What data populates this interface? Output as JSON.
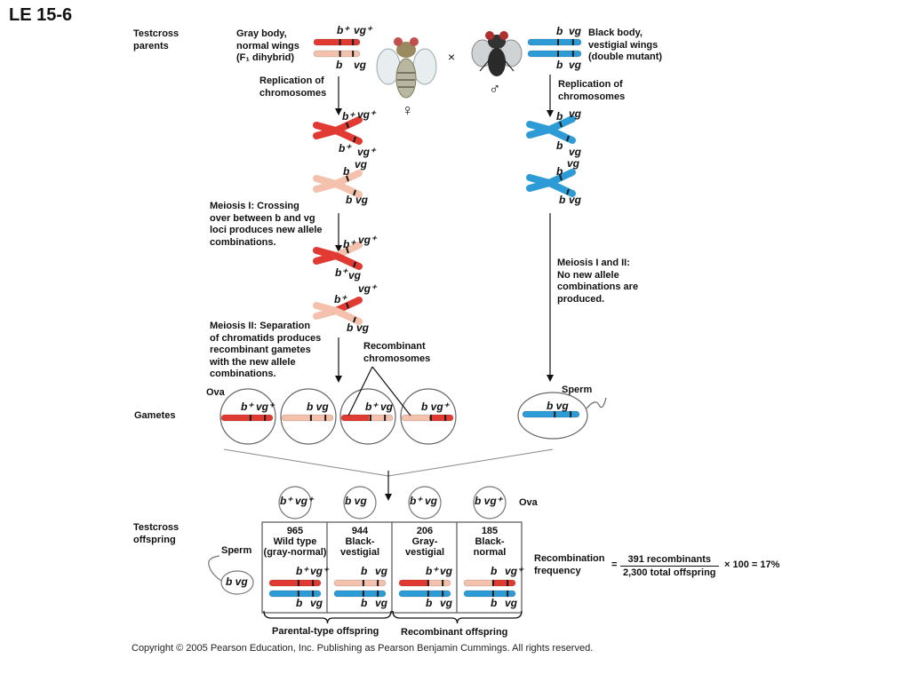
{
  "figure_label": "LE 15-6",
  "parents": {
    "label": "Testcross parents",
    "female": {
      "desc": [
        "Gray body,",
        "normal wings",
        "(F₁ dihybrid)"
      ],
      "top": {
        "b": "b⁺",
        "vg": "vg⁺"
      },
      "bottom": {
        "b": "b",
        "vg": "vg"
      },
      "symbol": "♀"
    },
    "cross_symbol": "×",
    "male": {
      "desc": [
        "Black body,",
        "vestigial wings",
        "(double mutant)"
      ],
      "top": {
        "b": "b",
        "vg": "vg"
      },
      "bottom": {
        "b": "b",
        "vg": "vg"
      },
      "symbol": "♂"
    }
  },
  "steps": {
    "replication_left": [
      "Replication of",
      "chromosomes"
    ],
    "replication_right": [
      "Replication of",
      "chromosomes"
    ],
    "meiosis1": [
      "Meiosis I: Crossing",
      "over between b and vg",
      "loci produces new allele",
      "combinations."
    ],
    "meiosis_right": [
      "Meiosis I and II:",
      "No new allele",
      "combinations are",
      "produced."
    ],
    "meiosis2": [
      "Meiosis II: Separation",
      "of chromatids produces",
      "recombinant gametes",
      "with the new allele",
      "combinations."
    ],
    "recombinant": [
      "Recombinant",
      "chromosomes"
    ]
  },
  "gametes": {
    "label": "Gametes",
    "ova_label": "Ova",
    "sperm_label": "Sperm",
    "ova": [
      {
        "genotype": "b⁺ vg⁺"
      },
      {
        "genotype": "b vg"
      },
      {
        "genotype": "b⁺ vg"
      },
      {
        "genotype": "b vg⁺"
      }
    ],
    "sperm": {
      "genotype": "b vg"
    }
  },
  "offspring": {
    "label": "Testcross offspring",
    "ova_label": "Ova",
    "sperm_label": "Sperm",
    "sperm_genotype": "b vg",
    "ova": [
      "b⁺ vg⁺",
      "b vg",
      "b⁺ vg",
      "b vg⁺"
    ],
    "columns": [
      {
        "count": "965",
        "name": [
          "Wild type",
          "(gray-normal)"
        ],
        "top": {
          "b": "b⁺",
          "vg": "vg⁺"
        },
        "bottom": {
          "b": "b",
          "vg": "vg"
        }
      },
      {
        "count": "944",
        "name": [
          "Black-",
          "vestigial"
        ],
        "top": {
          "b": "b",
          "vg": "vg"
        },
        "bottom": {
          "b": "b",
          "vg": "vg"
        }
      },
      {
        "count": "206",
        "name": [
          "Gray-",
          "vestigial"
        ],
        "top": {
          "b": "b⁺",
          "vg": "vg"
        },
        "bottom": {
          "b": "b",
          "vg": "vg"
        }
      },
      {
        "count": "185",
        "name": [
          "Black-",
          "normal"
        ],
        "top": {
          "b": "b",
          "vg": "vg⁺"
        },
        "bottom": {
          "b": "b",
          "vg": "vg"
        }
      }
    ],
    "parental_label": "Parental-type offspring",
    "recombinant_label": "Recombinant offspring"
  },
  "recombination": {
    "label": [
      "Recombination",
      "frequency"
    ],
    "equals": "=",
    "numerator": "391 recombinants",
    "denominator": "2,300 total offspring",
    "result": "× 100 = 17%"
  },
  "copyright": "Copyright © 2005 Pearson Education, Inc. Publishing as Pearson Benjamin Cummings. All rights reserved.",
  "colors": {
    "red": "#e03a32",
    "pink": "#f4c1ad",
    "blue": "#2c9bd6",
    "band": "#1a1a1a"
  }
}
